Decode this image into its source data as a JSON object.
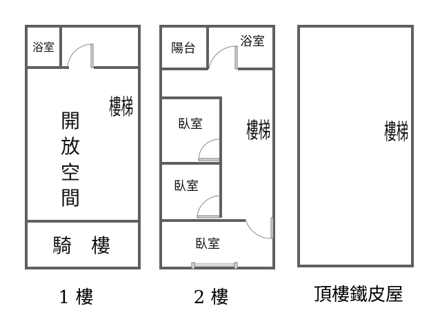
{
  "floor1": {
    "caption": "1 樓",
    "rooms": {
      "bathroom": "浴室",
      "stairs": "樓梯",
      "open_space": [
        "開",
        "放",
        "空",
        "間"
      ],
      "arcade": "騎　樓"
    }
  },
  "floor2": {
    "caption": "2 樓",
    "rooms": {
      "balcony": "陽台",
      "bathroom": "浴室",
      "stairs": "樓梯",
      "bedroom1": "臥室",
      "bedroom2": "臥室",
      "bedroom3": "臥室"
    }
  },
  "roof": {
    "caption": "頂樓鐵皮屋",
    "rooms": {
      "stairs": "樓梯"
    }
  }
}
